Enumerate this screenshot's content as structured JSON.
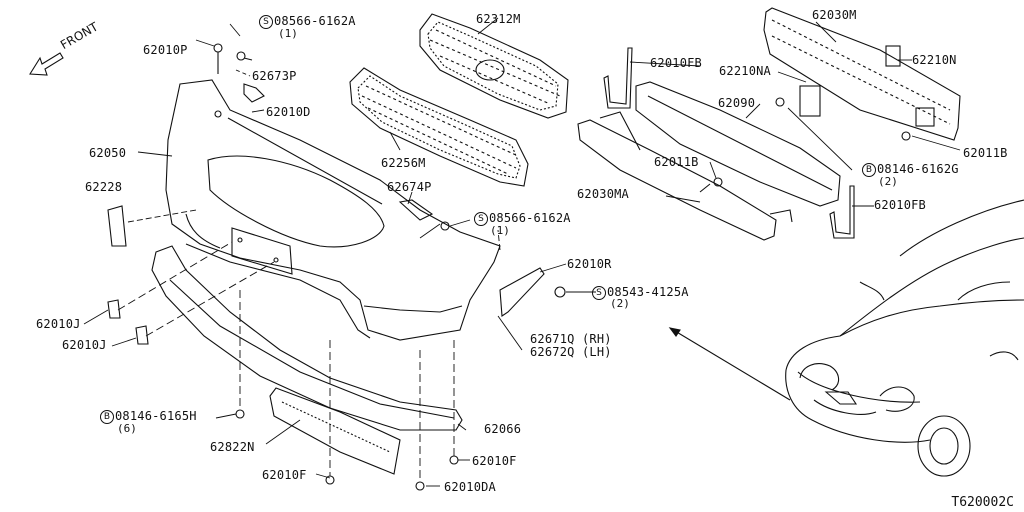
{
  "diagram": {
    "front_label": "FRONT",
    "code": "T620002C",
    "parts": {
      "p62010P": "62010P",
      "p08566_top": "08566-6162A",
      "p08566_top_qty": "(1)",
      "p62673P": "62673P",
      "p62010D": "62010D",
      "p62312M": "62312M",
      "p62256M": "62256M",
      "p62050": "62050",
      "p62228": "62228",
      "p62674P": "62674P",
      "p08566_mid": "08566-6162A",
      "p08566_mid_qty": "(1)",
      "p62010FB_top": "62010FB",
      "p62030M": "62030M",
      "p62210NA": "62210NA",
      "p62210N": "62210N",
      "p62090": "62090",
      "p62011B_left": "62011B",
      "p62011B_right": "62011B",
      "p62030MA": "62030MA",
      "p08146_6162G": "08146-6162G",
      "p08146_6162G_qty": "(2)",
      "p62010FB_bottom": "62010FB",
      "p62010R": "62010R",
      "p08543": "08543-4125A",
      "p08543_qty": "(2)",
      "p62671Q": "62671Q (RH)",
      "p62672Q": "62672Q (LH)",
      "p62010J_upper": "62010J",
      "p62010J_lower": "62010J",
      "p08146_6165H": "08146-6165H",
      "p08146_6165H_qty": "(6)",
      "p62066": "62066",
      "p62822N": "62822N",
      "p62010F_right": "62010F",
      "p62010F_left": "62010F",
      "p62010DA": "62010DA"
    },
    "marks": {
      "s": "S",
      "b": "B"
    }
  }
}
